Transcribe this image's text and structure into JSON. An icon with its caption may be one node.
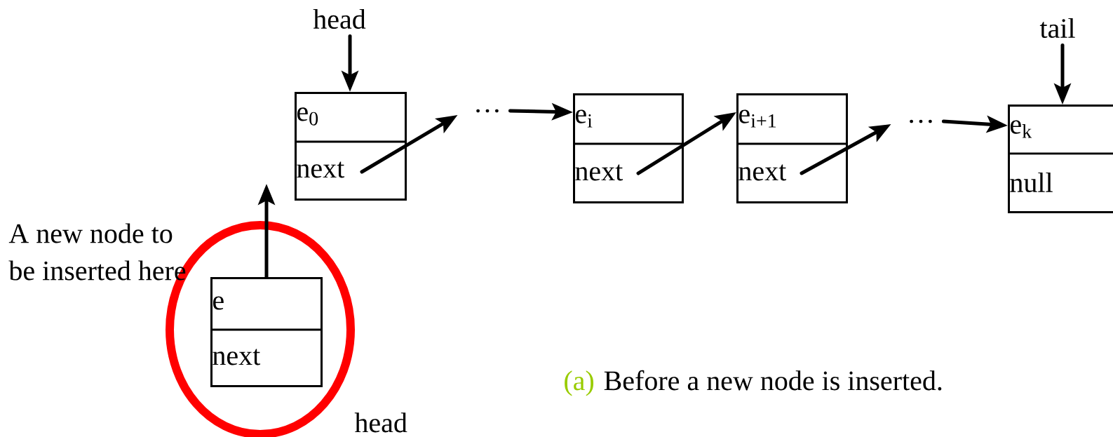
{
  "diagram": {
    "nodes": [
      {
        "text": [
          "head"
        ]
      },
      {
        "text": [
          "e$_{0}$",
          "next"
        ]
      },
      {
        "text": [
          "…"
        ]
      },
      {
        "text": [
          "e$_{i}$",
          "next"
        ]
      },
      {
        "text": [
          "e$_{i+1}$",
          "next"
        ]
      },
      {
        "text": [
          "…"
        ]
      },
      {
        "text": [
          "tail"
        ]
      },
      {
        "text": [
          "e$_{k}$",
          "null"
        ]
      },
      {
        "text": [],
        "shape": "ellipse"
      },
      {
        "text": [
          "e",
          "next"
        ],
        "in": 8
      }
    ],
    "edges": [
      {
        "from": 0,
        "to": 1,
        "arrow": "to"
      },
      {
        "from": 1,
        "to": 2,
        "arrow": "to"
      },
      {
        "from": 2,
        "to": 3,
        "arrow": "to"
      },
      {
        "from": 3,
        "to": 4,
        "arrow": "to"
      },
      {
        "from": 4,
        "to": 5,
        "arrow": "to"
      },
      {
        "from": 5,
        "to": 7,
        "arrow": "to"
      },
      {
        "from": 6,
        "to": 7,
        "arrow": "to"
      },
      {
        "from": 9,
        "to": null,
        "arrow": "to"
      }
    ],
    "labels": [
      "A new node to be inserted here",
      "(a)",
      "Before a new node is inserted.",
      "head"
    ]
  }
}
